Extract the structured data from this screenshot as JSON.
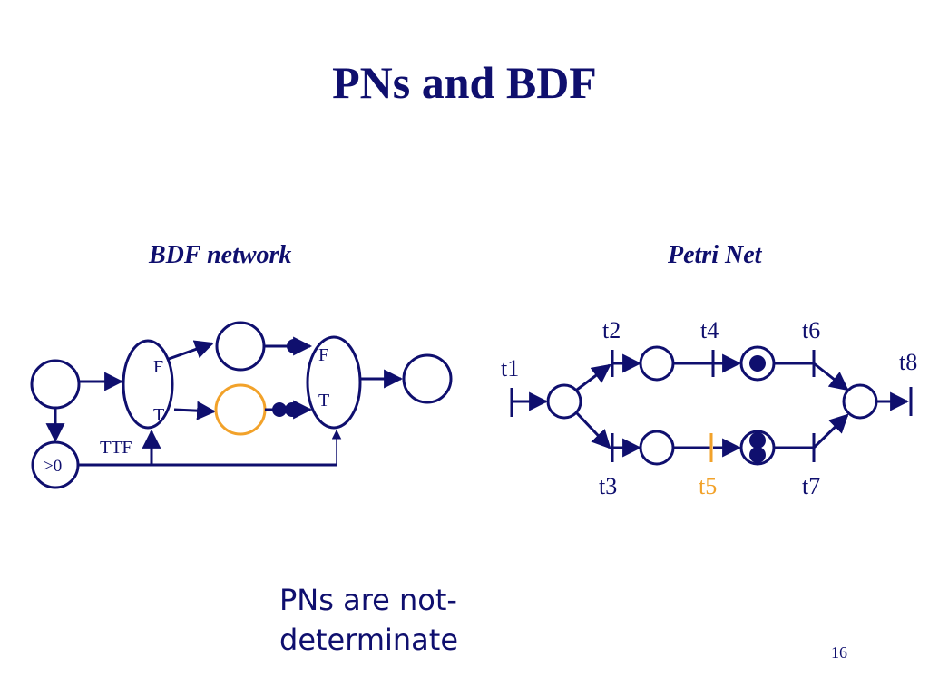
{
  "slide": {
    "title": "PNs and BDF",
    "page_number": "16",
    "caption_lines": [
      "PNs are not-",
      "determinate"
    ]
  },
  "bdf": {
    "heading": "BDF network",
    "switch_labels": {
      "f": "F",
      "t": "T"
    },
    "select_labels": {
      "f": "F",
      "t": "T"
    },
    "ttf_label": "TTF",
    "test_label": ">0"
  },
  "petri": {
    "heading": "Petri Net",
    "transitions": {
      "t1": "t1",
      "t2": "t2",
      "t3": "t3",
      "t4": "t4",
      "t5": "t5",
      "t6": "t6",
      "t7": "t7",
      "t8": "t8"
    },
    "highlighted_transition": "t5"
  },
  "colors": {
    "primary": "#0f0f6e",
    "highlight": "#f2a22a",
    "background": "#ffffff"
  }
}
